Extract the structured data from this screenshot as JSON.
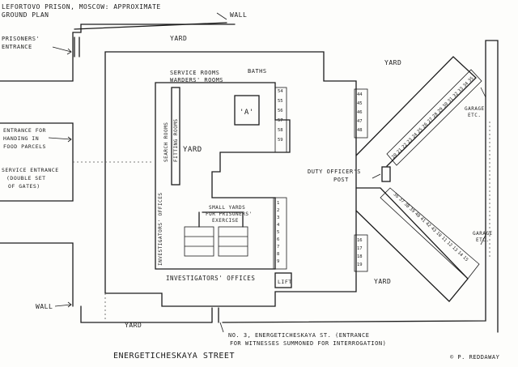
{
  "title": {
    "line1": "LEFORTOVO PRISON, MOSCOW: APPROXIMATE",
    "line2": "GROUND PLAN"
  },
  "labels": {
    "wall_top": "WALL",
    "prisoners_entrance": [
      "PRISONERS'",
      "ENTRANCE"
    ],
    "yard_top": "YARD",
    "yard_right_top": "YARD",
    "yard_right_bottom": "YARD",
    "yard_bottom": "YARD",
    "yard_center": "YARD",
    "service_rooms": [
      "SERVICE ROOMS",
      "WARDERS' ROOMS"
    ],
    "baths": "BATHS",
    "room_a": "'A'",
    "search_rooms": [
      "SEARCH ROOMS",
      "FITTING ROOMS"
    ],
    "entrance_parcels": [
      "ENTRANCE FOR",
      "HANDING IN",
      "FOOD PARCELS"
    ],
    "service_entrance": [
      "SERVICE ENTRANCE",
      "(DOUBLE SET",
      "OF GATES)"
    ],
    "small_yards": [
      "SMALL YARDS",
      "FOR PRISONERS'",
      "EXERCISE"
    ],
    "investigators_offices_vertical": "INVESTIGATORS' OFFICES",
    "investigators_offices": "INVESTIGATORS' OFFICES",
    "lift": "LIFT",
    "duty_officer": [
      "DUTY OFFICER'S",
      "POST"
    ],
    "garage_top": [
      "GARAGE",
      "ETC."
    ],
    "garage_bottom": [
      "GARAGE",
      "ETC."
    ],
    "wall_bottom": "WALL",
    "entrance_interrogation": [
      "NO. 3, ENERGETICHESKAYA ST. (ENTRANCE",
      "FOR WITNESSES SUMMONED FOR INTERROGATION)"
    ],
    "street": "ENERGETICHESKAYA  STREET",
    "copyright": "© P. REDDAWAY"
  },
  "cells": {
    "baths_col": [
      "54",
      "55",
      "56",
      "57",
      "58",
      "59"
    ],
    "left_stack": [
      "44",
      "45",
      "46",
      "47",
      "48"
    ],
    "lower_stack": [
      "1",
      "2",
      "3",
      "4",
      "5",
      "6",
      "7",
      "8",
      "9"
    ],
    "upper_wing": [
      "20",
      "21",
      "22",
      "23",
      "24",
      "25",
      "26",
      "27",
      "28",
      "29",
      "30",
      "31",
      "32",
      "33",
      "34",
      "35"
    ],
    "lower_wing": [
      "36",
      "37",
      "38",
      "39",
      "40",
      "41",
      "42",
      "43",
      "10",
      "11",
      "12",
      "13",
      "14",
      "15"
    ],
    "left_lower": [
      "16",
      "17",
      "18",
      "19"
    ]
  }
}
